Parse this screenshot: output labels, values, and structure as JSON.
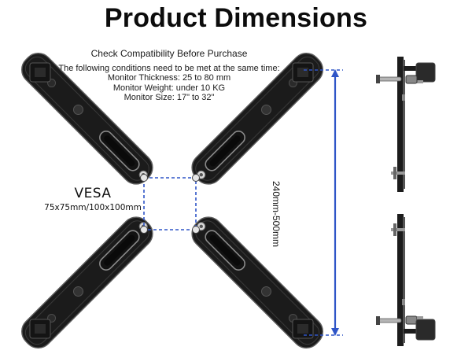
{
  "title": "Product Dimensions",
  "compatibility": {
    "heading": "Check Compatibility Before Purchase",
    "intro": "The following conditions need to be met at the same time:",
    "conditions": [
      "Monitor Thickness: 25 to 80 mm",
      "Monitor Weight: under 10 KG",
      "Monitor Size: 17\" to 32\""
    ]
  },
  "vesa": {
    "label": "VESA",
    "sizes": "75x75mm/100x100mm"
  },
  "range_label": "240mm-500mm",
  "colors": {
    "dimension_blue": "#2f55c7",
    "bracket_black": "#1b1b1b",
    "bracket_edge": "#6b6b6b"
  }
}
